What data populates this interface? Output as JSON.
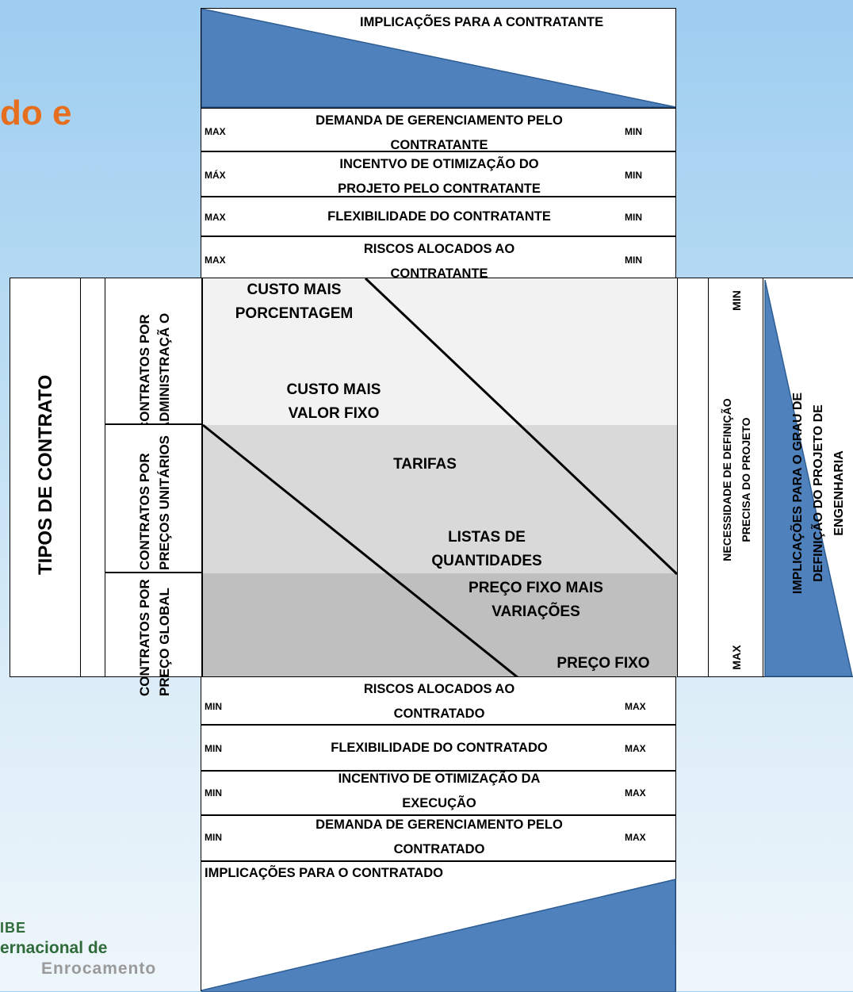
{
  "slide_title_fragment": "do e",
  "logo": {
    "line1": "IBE",
    "line2": "ernacional de",
    "line3": "Enrocamento"
  },
  "contratante": {
    "heading": "IMPLICAÇÕES PARA A CONTRATANTE",
    "rows": [
      {
        "left": "MAX",
        "label": "DEMANDA DE GERENCIAMENTO PELO CONTRATANTE",
        "right": "MIN"
      },
      {
        "left": "MÁX",
        "label": "INCENTVO DE OTIMIZAÇÃO DO PROJETO PELO CONTRATANTE",
        "right": "MIN"
      },
      {
        "left": "MAX",
        "label": "FLEXIBILIDADE DO CONTRATANTE",
        "right": "MIN"
      },
      {
        "left": "MAX",
        "label": "RISCOS ALOCADOS AO CONTRATANTE",
        "right": "MIN"
      }
    ]
  },
  "contratado": {
    "heading": "IMPLICAÇÕES PARA O CONTRATADO",
    "rows": [
      {
        "left": "MIN",
        "label": "RISCOS ALOCADOS AO CONTRATADO",
        "right": "MAX"
      },
      {
        "left": "MIN",
        "label": "FLEXIBILIDADE DO CONTRATADO",
        "right": "MAX"
      },
      {
        "left": "MIN",
        "label": "INCENTIVO DE OTIMIZAÇÃO DA EXECUÇÃO",
        "right": "MAX"
      },
      {
        "left": "MIN",
        "label": "DEMANDA DE GERENCIAMENTO PELO CONTRATADO",
        "right": "MAX"
      }
    ]
  },
  "tipos_de_contrato": "TIPOS DE CONTRATO",
  "categories": [
    {
      "label": "CONTRATOS POR ADMINISTRAÇÃ O",
      "color": "#f2f2f2"
    },
    {
      "label": "CONTRATOS POR PREÇOS UNITÁRIOS",
      "color": "#d9d9d9"
    },
    {
      "label": "CONTRATOS POR PREÇO GLOBAL",
      "color": "#bfbfbf"
    }
  ],
  "zone_labels": {
    "custo_mais_porcentagem": "CUSTO MAIS PORCENTAGEM",
    "custo_mais_valor_fixo": "CUSTO MAIS VALOR FIXO",
    "tarifas": "TARIFAS",
    "listas_de_quantidades": "LISTAS DE QUANTIDADES",
    "preco_fixo_mais_variacoes": "PREÇO FIXO MAIS VARIAÇÕES",
    "preco_fixo": "PREÇO FIXO"
  },
  "definicao": {
    "label": "NECESSIDADE DE DEFINIÇÃO PRECISA DO PROJETO",
    "top": "MIN",
    "bottom": "MAX"
  },
  "grau": {
    "label": "IMPLICAÇÕES PARA O GRAU DE DEFINIÇÃO DO PROJETO DE ENGENHARIA"
  },
  "colors": {
    "triangle_blue": "#4f81bd",
    "title_orange": "#e66f1f",
    "logo_green": "#2f6a3a"
  }
}
